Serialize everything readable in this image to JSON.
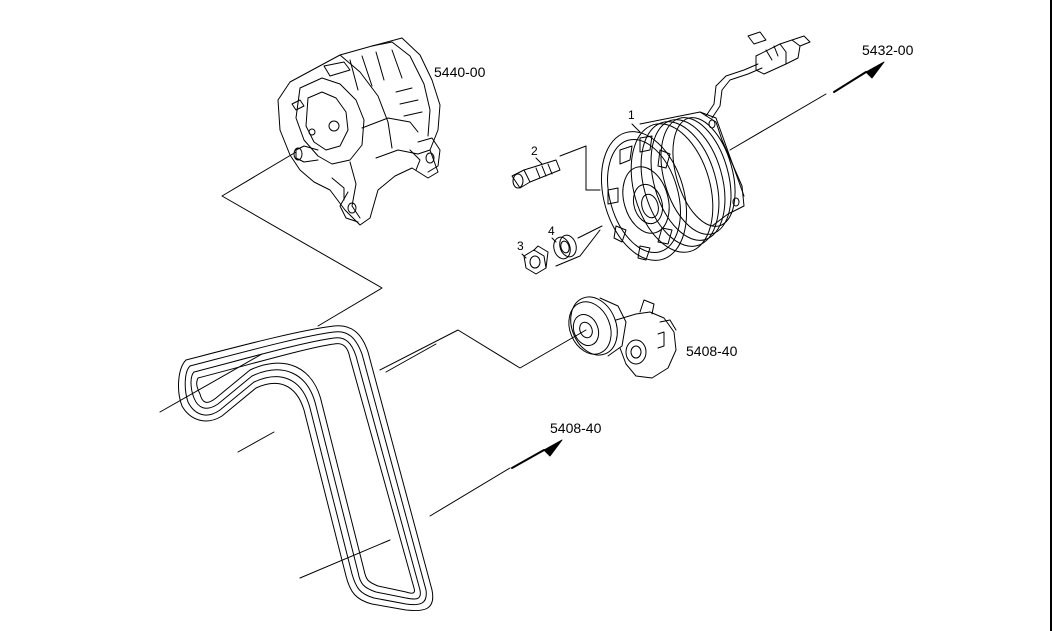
{
  "diagram": {
    "references": {
      "alternator": "5440-00",
      "compressor_arrow": "5432-00",
      "tensioner": "5408-40",
      "belt_arrow": "5408-40"
    },
    "callouts": {
      "compressor": "1",
      "bolt": "2",
      "nut": "3",
      "spacer": "4"
    },
    "colors": {
      "line": "#000000",
      "background": "#ffffff"
    }
  }
}
